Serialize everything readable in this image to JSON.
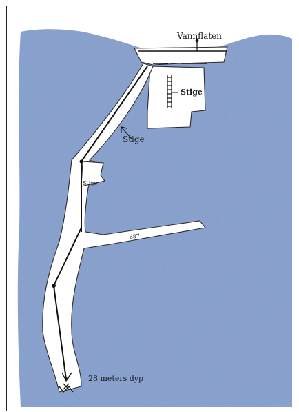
{
  "labels": {
    "surface": "Vannflaten",
    "ladder_upper": "Stige",
    "ladder_shaft": "Stige",
    "ladder_side": "Stige",
    "side_passage": "687",
    "depth": "28 meters dyp"
  },
  "colors": {
    "rock": "#7f9ac8",
    "rock_dark": "#5d78ab",
    "water": "#ffffff",
    "ink": "#1a1a1a"
  }
}
